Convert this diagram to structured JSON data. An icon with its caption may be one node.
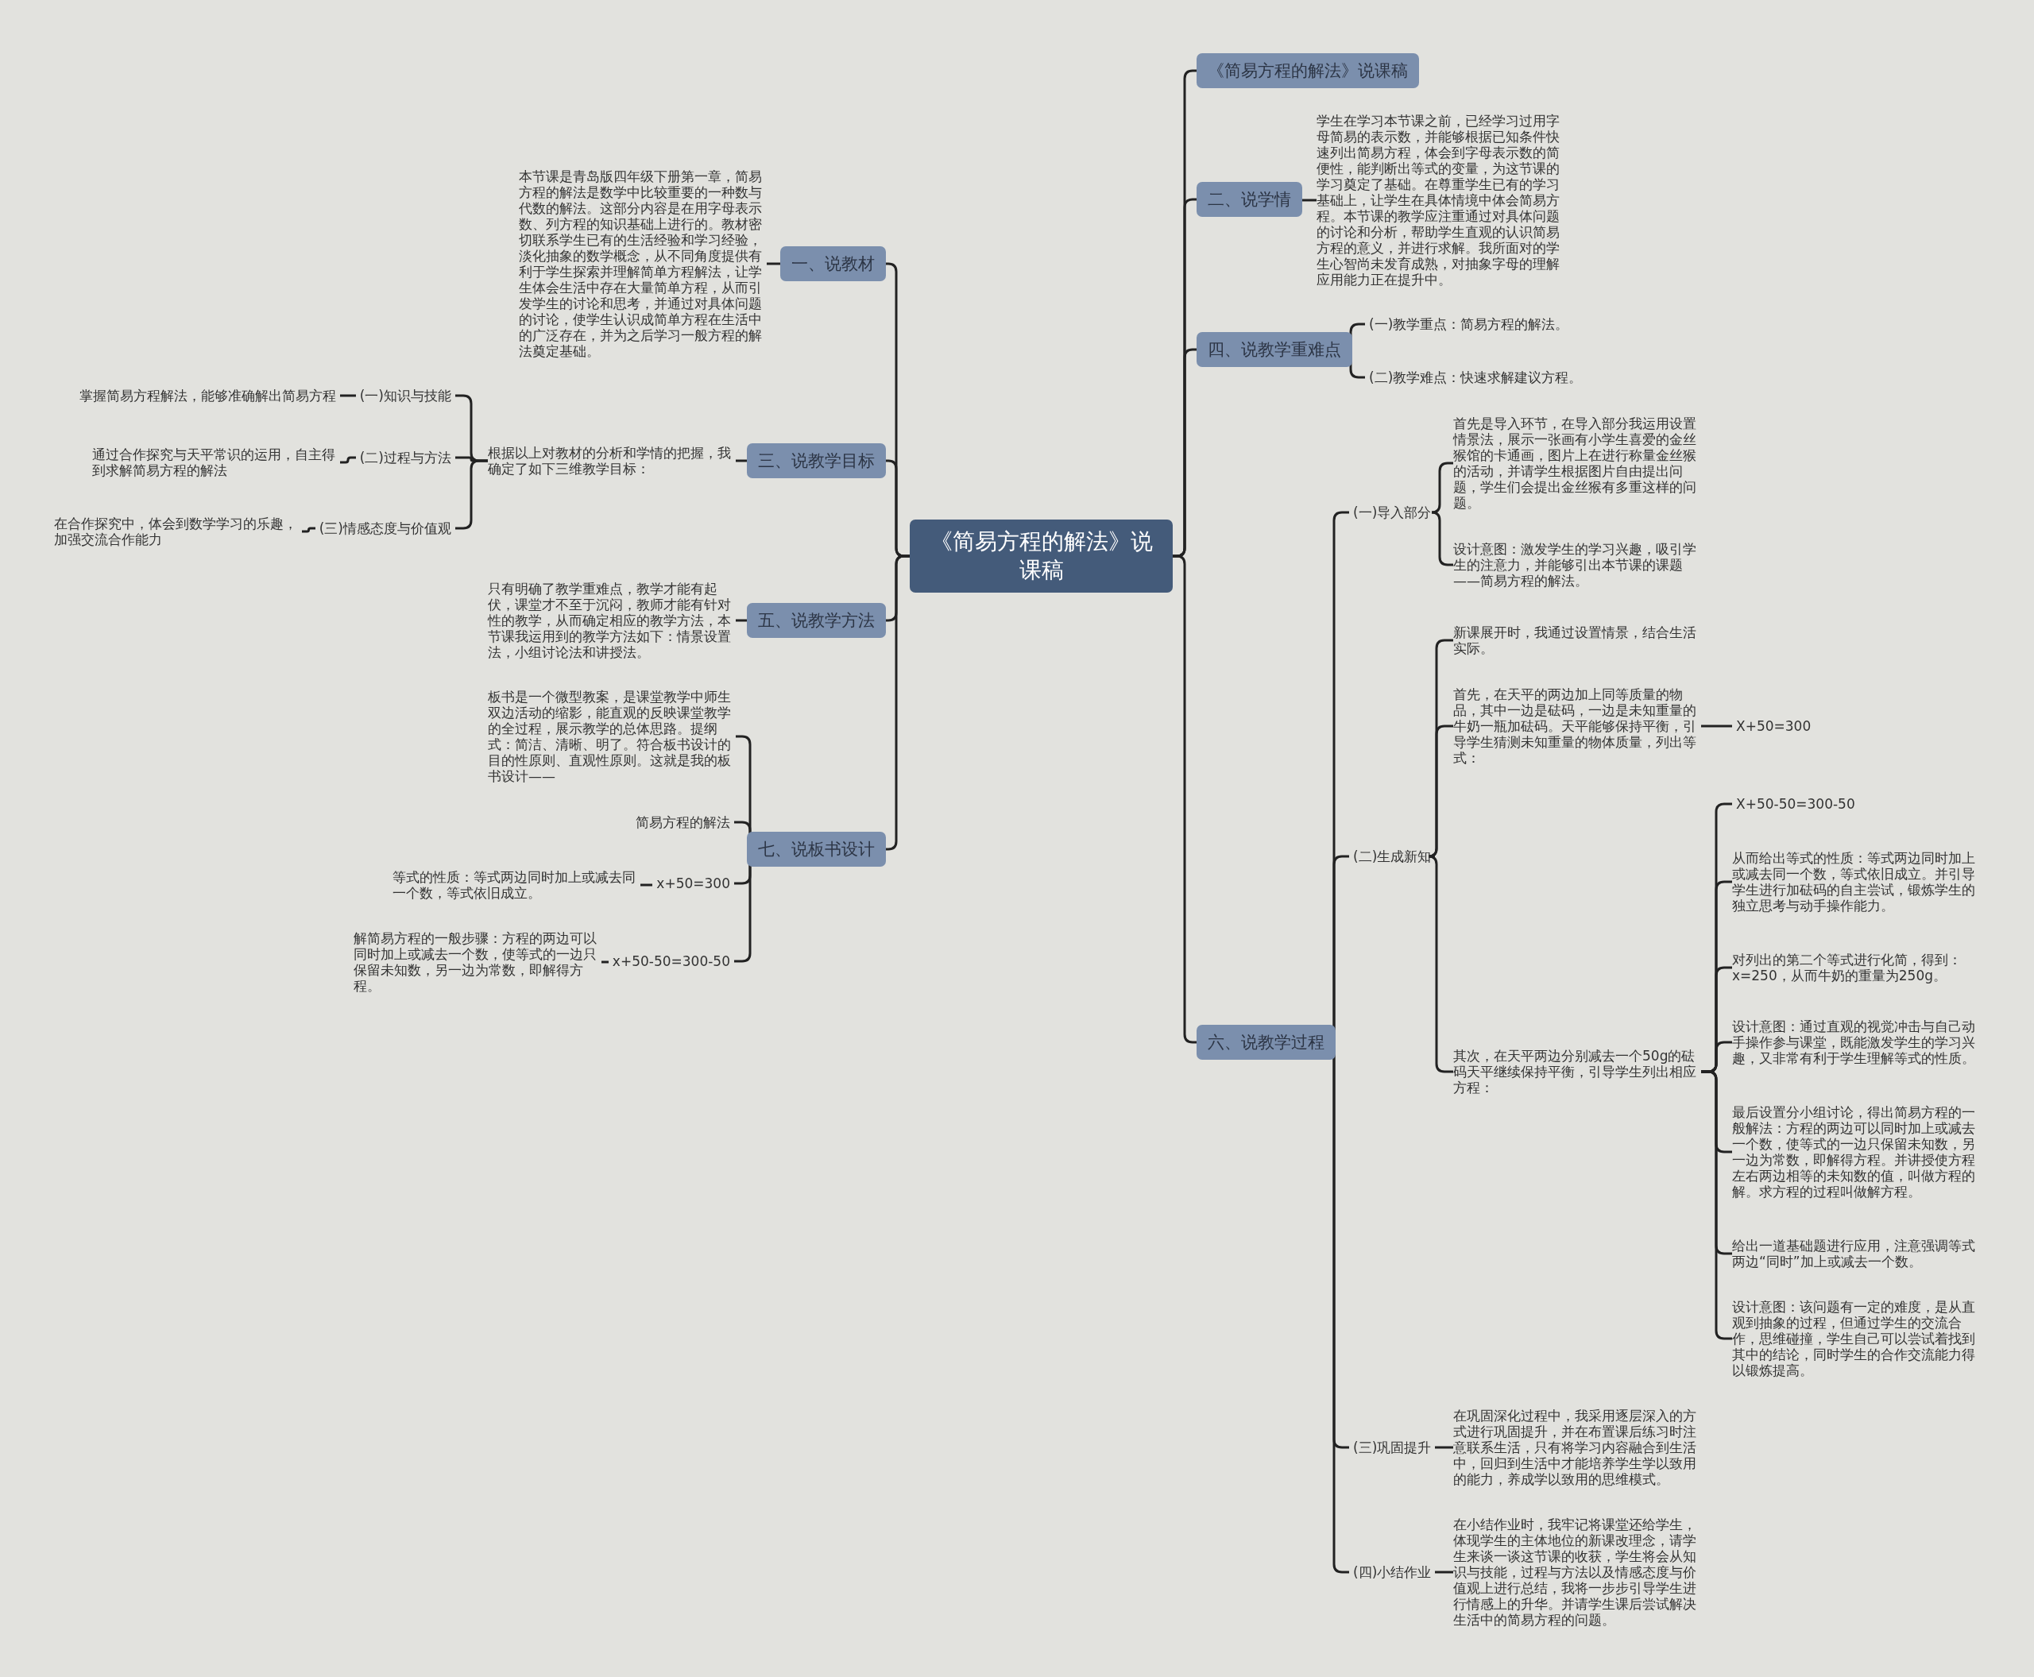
{
  "diagram": {
    "nodes": [
      {
        "text": [
          "《简易方程的解法》说课稿"
        ]
      },
      {
        "text": [
          "《简易方程的解法》说课稿"
        ]
      },
      {
        "text": [
          "二、说学情"
        ]
      },
      {
        "text": [
          "学生在学习本节课之前，已经学习过用字母简易的表示数，并能够根据已知条件快速列出简易方程，体会到字母表示数的简便性，能判断出等式的变量，为这节课的学习奠定了基础。在尊重学生已有的学习基础上，让学生在具体情境中体会简易方程。本节课的教学应注重通过对具体问题的讨论和分析，帮助学生直观的认识简易方程的意义，并进行求解。我所面对的学生心智尚未发育成熟，对抽象字母的理解应用能力正在提升中。"
        ]
      },
      {
        "text": [
          "四、说教学重难点"
        ]
      },
      {
        "text": [
          "(一)教学重点：简易方程的解法。"
        ]
      },
      {
        "text": [
          "(二)教学难点：快速求解建议方程。"
        ]
      },
      {
        "text": [
          "六、说教学过程"
        ]
      },
      {
        "text": [
          "(一)导入部分"
        ]
      },
      {
        "text": [
          "首先是导入环节，在导入部分我运用设置情景法，展示一张画有小学生喜爱的金丝猴馆的卡通画，图片上在进行称量金丝猴的活动，并请学生根据图片自由提出问题，学生们会提出金丝猴有多重这样的问题。"
        ]
      },
      {
        "text": [
          "设计意图：激发学生的学习兴趣，吸引学生的注意力，并能够引出本节课的课题——简易方程的解法。"
        ]
      },
      {
        "text": [
          "(二)生成新知"
        ]
      },
      {
        "text": [
          "新课展开时，我通过设置情景，结合生活实际。"
        ]
      },
      {
        "text": [
          "首先，在天平的两边加上同等质量的物品，其中一边是砝码，一边是未知重量的牛奶一瓶加砝码。天平能够保持平衡，引导学生猜测未知重量的物体质量，列出等式："
        ]
      },
      {
        "text": [
          "X+50=300"
        ]
      },
      {
        "text": [
          "其次，在天平两边分别减去一个50g的砝码天平继续保持平衡，引导学生列出相应方程："
        ]
      },
      {
        "text": [
          "X+50-50=300-50"
        ]
      },
      {
        "text": [
          "从而给出等式的性质：等式两边同时加上或减去同一个数，等式依旧成立。并引导学生进行加砝码的自主尝试，锻炼学生的独立思考与动手操作能力。"
        ]
      },
      {
        "text": [
          "对列出的第二个等式进行化简，得到：x=250，从而牛奶的重量为250g。"
        ]
      },
      {
        "text": [
          "设计意图：通过直观的视觉冲击与自己动手操作参与课堂，既能激发学生的学习兴趣，又非常有利于学生理解等式的性质。"
        ]
      },
      {
        "text": [
          "最后设置分小组讨论，得出简易方程的一般解法：方程的两边可以同时加上或减去一个数，使等式的一边只保留未知数，另一边为常数，即解得方程。并讲授使方程左右两边相等的未知数的值，叫做方程的解。求方程的过程叫做解方程。"
        ]
      },
      {
        "text": [
          "给出一道基础题进行应用，注意强调等式两边“同时”加上或减去一个数。"
        ]
      },
      {
        "text": [
          "设计意图：该问题有一定的难度，是从直观到抽象的过程，但通过学生的交流合作，思维碰撞，学生自己可以尝试着找到其中的结论，同时学生的合作交流能力得以锻炼提高。"
        ]
      },
      {
        "text": [
          "(三)巩固提升"
        ]
      },
      {
        "text": [
          "在巩固深化过程中，我采用逐层深入的方式进行巩固提升，并在布置课后练习时注意联系生活，只有将学习内容融合到生活中，回归到生活中才能培养学生学以致用的能力，养成学以致用的思维模式。"
        ]
      },
      {
        "text": [
          "(四)小结作业"
        ]
      },
      {
        "text": [
          "在小结作业时，我牢记将课堂还给学生，体现学生的主体地位的新课改理念，请学生来谈一谈这节课的收获，学生将会从知识与技能，过程与方法以及情感态度与价值观上进行总结，我将一步步引导学生进行情感上的升华。并请学生课后尝试解决生活中的简易方程的问题。"
        ]
      },
      {
        "text": [
          "一、说教材"
        ]
      },
      {
        "text": [
          "本节课是青岛版四年级下册第一章，简易方程的解法是数学中比较重要的一种数与代数的解法。这部分内容是在用字母表示数、列方程的知识基础上进行的。教材密切联系学生已有的生活经验和学习经验，淡化抽象的数学概念，从不同角度提供有利于学生探索并理解简单方程解法，让学生体会生活中存在大量简单方程，从而引发学生的讨论和思考，并通过对具体问题的讨论，使学生认识成简单方程在生活中的广泛存在，并为之后学习一般方程的解法奠定基础。"
        ]
      },
      {
        "text": [
          "三、说教学目标"
        ]
      },
      {
        "text": [
          "根据以上对教材的分析和学情的把握，我确定了如下三维教学目标："
        ]
      },
      {
        "text": [
          "(一)知识与技能"
        ]
      },
      {
        "text": [
          "掌握简易方程解法，能够准确解出简易方程"
        ]
      },
      {
        "text": [
          "(二)过程与方法"
        ]
      },
      {
        "text": [
          "通过合作探究与天平常识的运用，自主得到求解简易方程的解法"
        ]
      },
      {
        "text": [
          "(三)情感态度与价值观"
        ]
      },
      {
        "text": [
          "在合作探究中，体会到数学学习的乐趣，加强交流合作能力"
        ]
      },
      {
        "text": [
          "五、说教学方法"
        ]
      },
      {
        "text": [
          "只有明确了教学重难点，教学才能有起伏，课堂才不至于沉闷，教师才能有针对性的教学，从而确定相应的教学方法，本节课我运用到的教学方法如下：情景设置法，小组讨论法和讲授法。"
        ]
      },
      {
        "text": [
          "七、说板书设计"
        ]
      },
      {
        "text": [
          "板书是一个微型教案，是课堂教学中师生双边活动的缩影，能直观的反映课堂教学的全过程，展示教学的总体思路。提纲式：简洁、清晰、明了。符合板书设计的目的性原则、直观性原则。这就是我的板书设计——"
        ]
      },
      {
        "text": [
          "简易方程的解法"
        ]
      },
      {
        "text": [
          "x+50=300"
        ]
      },
      {
        "text": [
          "等式的性质：等式两边同时加上或减去同一个数，等式依旧成立。"
        ]
      },
      {
        "text": [
          "x+50-50=300-50"
        ]
      },
      {
        "text": [
          "解简易方程的一般步骤：方程的两边可以同时加上或减去一个数，使等式的一边只保留未知数，另一边为常数，即解得方程。"
        ]
      }
    ],
    "edges": [
      {
        "from": 0,
        "to": 1,
        "arrow": "none"
      },
      {
        "from": 0,
        "to": 2,
        "arrow": "none"
      },
      {
        "from": 2,
        "to": 3,
        "arrow": "none"
      },
      {
        "from": 0,
        "to": 4,
        "arrow": "none"
      },
      {
        "from": 4,
        "to": 5,
        "arrow": "none"
      },
      {
        "from": 4,
        "to": 6,
        "arrow": "none"
      },
      {
        "from": 0,
        "to": 7,
        "arrow": "none"
      },
      {
        "from": 7,
        "to": 8,
        "arrow": "none"
      },
      {
        "from": 8,
        "to": 9,
        "arrow": "none"
      },
      {
        "from": 8,
        "to": 10,
        "arrow": "none"
      },
      {
        "from": 7,
        "to": 11,
        "arrow": "none"
      },
      {
        "from": 11,
        "to": 12,
        "arrow": "none"
      },
      {
        "from": 11,
        "to": 13,
        "arrow": "none"
      },
      {
        "from": 13,
        "to": 14,
        "arrow": "none"
      },
      {
        "from": 11,
        "to": 15,
        "arrow": "none"
      },
      {
        "from": 15,
        "to": 16,
        "arrow": "none"
      },
      {
        "from": 15,
        "to": 17,
        "arrow": "none"
      },
      {
        "from": 15,
        "to": 18,
        "arrow": "none"
      },
      {
        "from": 15,
        "to": 19,
        "arrow": "none"
      },
      {
        "from": 15,
        "to": 20,
        "arrow": "none"
      },
      {
        "from": 15,
        "to": 21,
        "arrow": "none"
      },
      {
        "from": 15,
        "to": 22,
        "arrow": "none"
      },
      {
        "from": 7,
        "to": 23,
        "arrow": "none"
      },
      {
        "from": 23,
        "to": 24,
        "arrow": "none"
      },
      {
        "from": 7,
        "to": 25,
        "arrow": "none"
      },
      {
        "from": 25,
        "to": 26,
        "arrow": "none"
      },
      {
        "from": 0,
        "to": 27,
        "arrow": "none"
      },
      {
        "from": 27,
        "to": 28,
        "arrow": "none"
      },
      {
        "from": 0,
        "to": 29,
        "arrow": "none"
      },
      {
        "from": 29,
        "to": 30,
        "arrow": "none"
      },
      {
        "from": 30,
        "to": 31,
        "arrow": "none"
      },
      {
        "from": 31,
        "to": 32,
        "arrow": "none"
      },
      {
        "from": 30,
        "to": 33,
        "arrow": "none"
      },
      {
        "from": 33,
        "to": 34,
        "arrow": "none"
      },
      {
        "from": 30,
        "to": 35,
        "arrow": "none"
      },
      {
        "from": 35,
        "to": 36,
        "arrow": "none"
      },
      {
        "from": 0,
        "to": 37,
        "arrow": "none"
      },
      {
        "from": 37,
        "to": 38,
        "arrow": "none"
      },
      {
        "from": 0,
        "to": 39,
        "arrow": "none"
      },
      {
        "from": 39,
        "to": 40,
        "arrow": "none"
      },
      {
        "from": 39,
        "to": 41,
        "arrow": "none"
      },
      {
        "from": 39,
        "to": 42,
        "arrow": "none"
      },
      {
        "from": 42,
        "to": 43,
        "arrow": "none"
      },
      {
        "from": 39,
        "to": 44,
        "arrow": "none"
      },
      {
        "from": 44,
        "to": 45,
        "arrow": "none"
      }
    ]
  }
}
